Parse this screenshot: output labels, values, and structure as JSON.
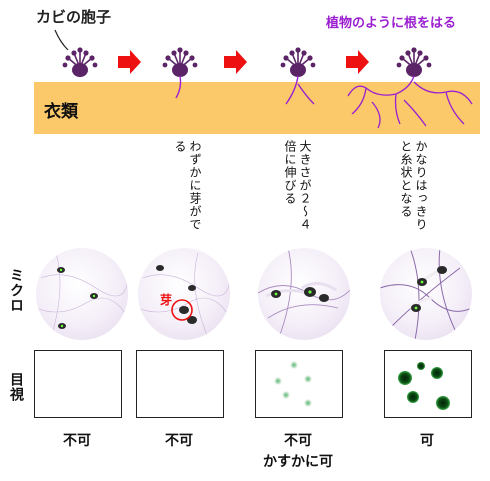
{
  "header": {
    "spore_label": "カビの胞子",
    "root_label": "植物のように根をはる",
    "fabric_label": "衣類"
  },
  "stages": [
    {
      "note": "",
      "verdict": "不可",
      "verdict_sub": ""
    },
    {
      "note": "わずかに芽がでる",
      "verdict": "不可",
      "verdict_sub": "",
      "bud_label": "芽"
    },
    {
      "note": "大きさが２～４倍に伸びる",
      "verdict": "不可",
      "verdict_sub": "かすかに可"
    },
    {
      "note": "かなりはっきりと糸状となる",
      "verdict": "可",
      "verdict_sub": ""
    }
  ],
  "rows": {
    "micro_label": "ミクロ",
    "visual_label": "目視"
  },
  "colors": {
    "spore": "#5b2466",
    "hyphae": "#9b1fd1",
    "arrow": "#ee1111",
    "fabric": "#fbc96a",
    "colony": "#0b4d12"
  }
}
